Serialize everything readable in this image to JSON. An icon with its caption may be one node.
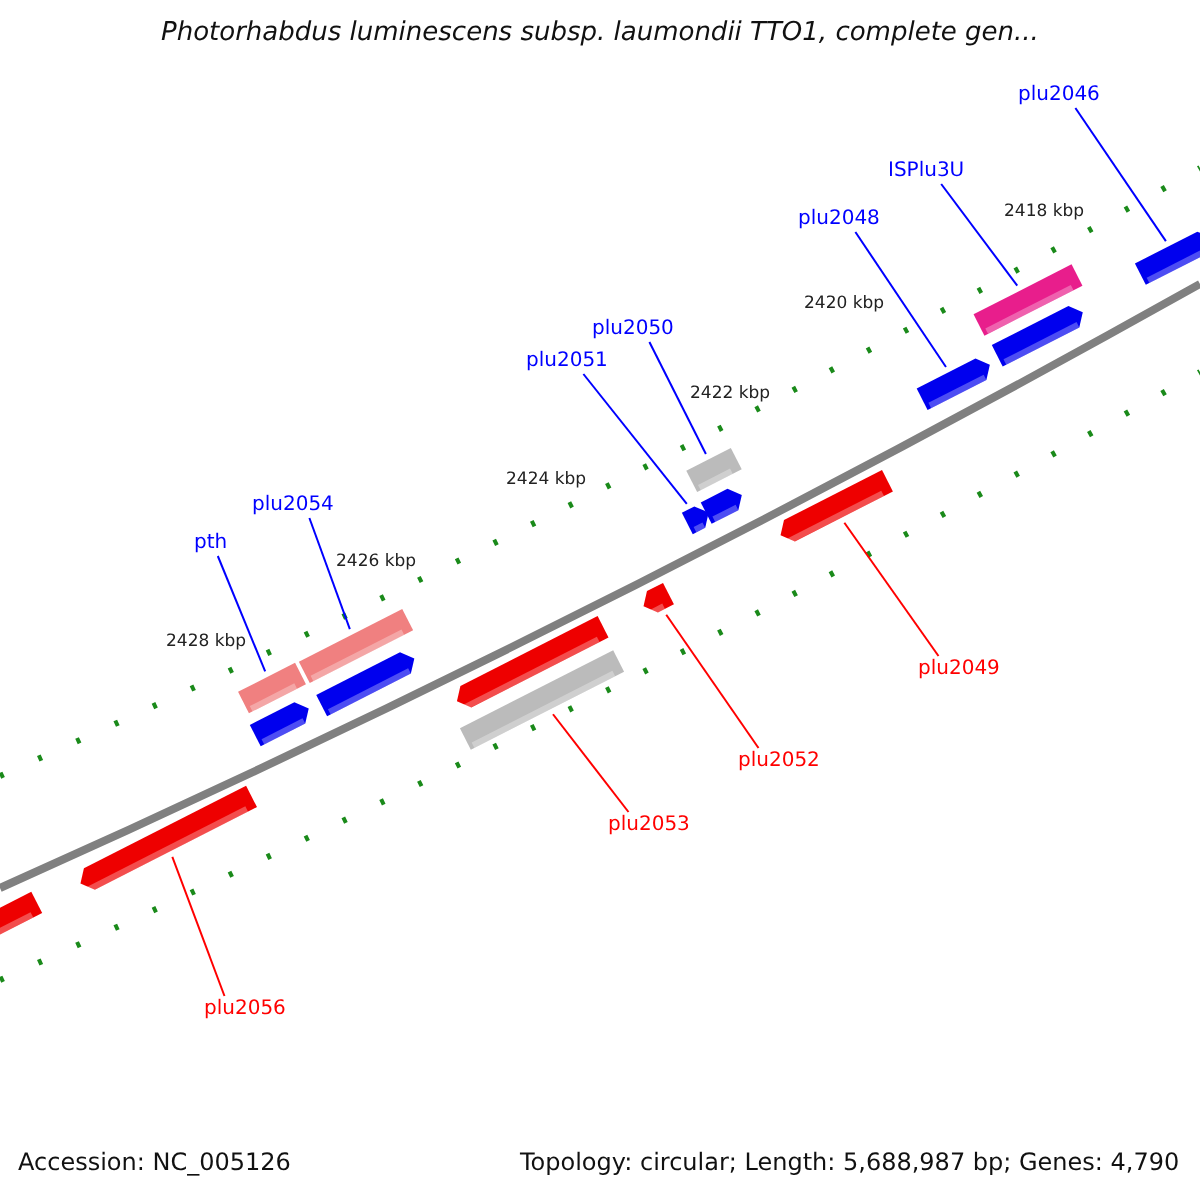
{
  "diagram": {
    "title": "Photorhabdus luminescens subsp. laumondii TTO1, complete gen...",
    "nodes": [
      {
        "text": [
          "plu2046"
        ]
      },
      {
        "text": [
          "ISPlu3U"
        ]
      },
      {
        "text": [
          "plu2048"
        ]
      },
      {
        "text": [
          "plu2050"
        ]
      },
      {
        "text": [
          "plu2051"
        ]
      },
      {
        "text": [
          "plu2054"
        ]
      },
      {
        "text": [
          "pth"
        ]
      },
      {
        "text": [
          "plu2049"
        ]
      },
      {
        "text": [
          "plu2052"
        ]
      },
      {
        "text": [
          "plu2053"
        ]
      },
      {
        "text": [
          "plu2056"
        ]
      },
      {
        "text": [],
        "shape": "bar"
      },
      {
        "text": [],
        "shape": "bar"
      },
      {
        "text": [],
        "shape": "bar"
      },
      {
        "text": [],
        "shape": "bar"
      },
      {
        "text": [],
        "shape": "bar"
      },
      {
        "text": [],
        "shape": "bar"
      },
      {
        "text": [],
        "shape": "bar"
      },
      {
        "text": [],
        "shape": "bar"
      },
      {
        "text": [],
        "shape": "bar"
      },
      {
        "text": [],
        "shape": "bar"
      },
      {
        "text": [],
        "shape": "bar"
      },
      {
        "text": [],
        "shape": "bar"
      },
      {
        "text": [],
        "shape": "bar"
      },
      {
        "text": [],
        "shape": "bar"
      },
      {
        "text": [],
        "shape": "bar"
      },
      {
        "text": [],
        "shape": "bar"
      },
      {
        "text": [],
        "shape": "bar"
      }
    ],
    "edges": [
      {
        "from": 0,
        "to": 11,
        "arrow": "none"
      },
      {
        "from": 1,
        "to": 12,
        "arrow": "none"
      },
      {
        "from": 2,
        "to": 14,
        "arrow": "none"
      },
      {
        "from": 3,
        "to": 15,
        "arrow": "none"
      },
      {
        "from": 4,
        "to": 16,
        "arrow": "none"
      },
      {
        "from": 5,
        "to": 22,
        "arrow": "none"
      },
      {
        "from": 6,
        "to": 23,
        "arrow": "none"
      },
      {
        "from": 7,
        "to": 18,
        "arrow": "none",
        "color": "#ff0000"
      },
      {
        "from": 8,
        "to": 19,
        "arrow": "none",
        "color": "#ff0000"
      },
      {
        "from": 9,
        "to": 21,
        "arrow": "none",
        "color": "#ff0000"
      },
      {
        "from": 10,
        "to": 26,
        "arrow": "none",
        "color": "#ff0000"
      }
    ],
    "labels": [
      "2418 kbp",
      "2420 kbp",
      "2422 kbp",
      "2424 kbp",
      "2426 kbp",
      "2428 kbp",
      "Accession: NC_005126",
      "Topology: circular; Length: 5,688,987 bp; Genes: 4,790"
    ]
  }
}
